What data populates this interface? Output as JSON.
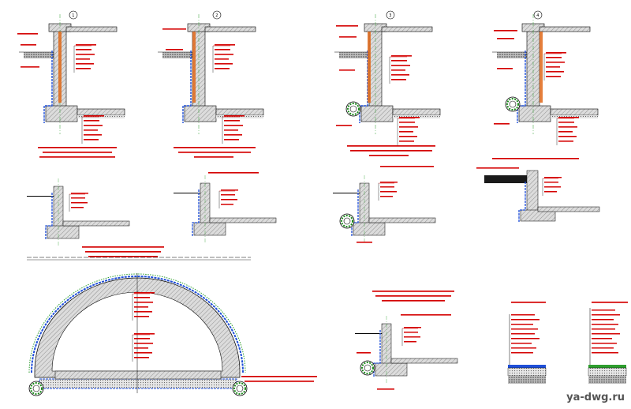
{
  "watermark": "ya-dwg.ru",
  "section_markers": [
    "1",
    "2",
    "3",
    "4"
  ],
  "colors": {
    "concrete": "#d9d9d9",
    "hatch": "#8a8a8a",
    "membrane": "#1f4fd8",
    "insulation": "#e0691a",
    "callout": "#d40000",
    "drain_ring": "#1a8a1a",
    "axis": "#2e9e2e"
  }
}
